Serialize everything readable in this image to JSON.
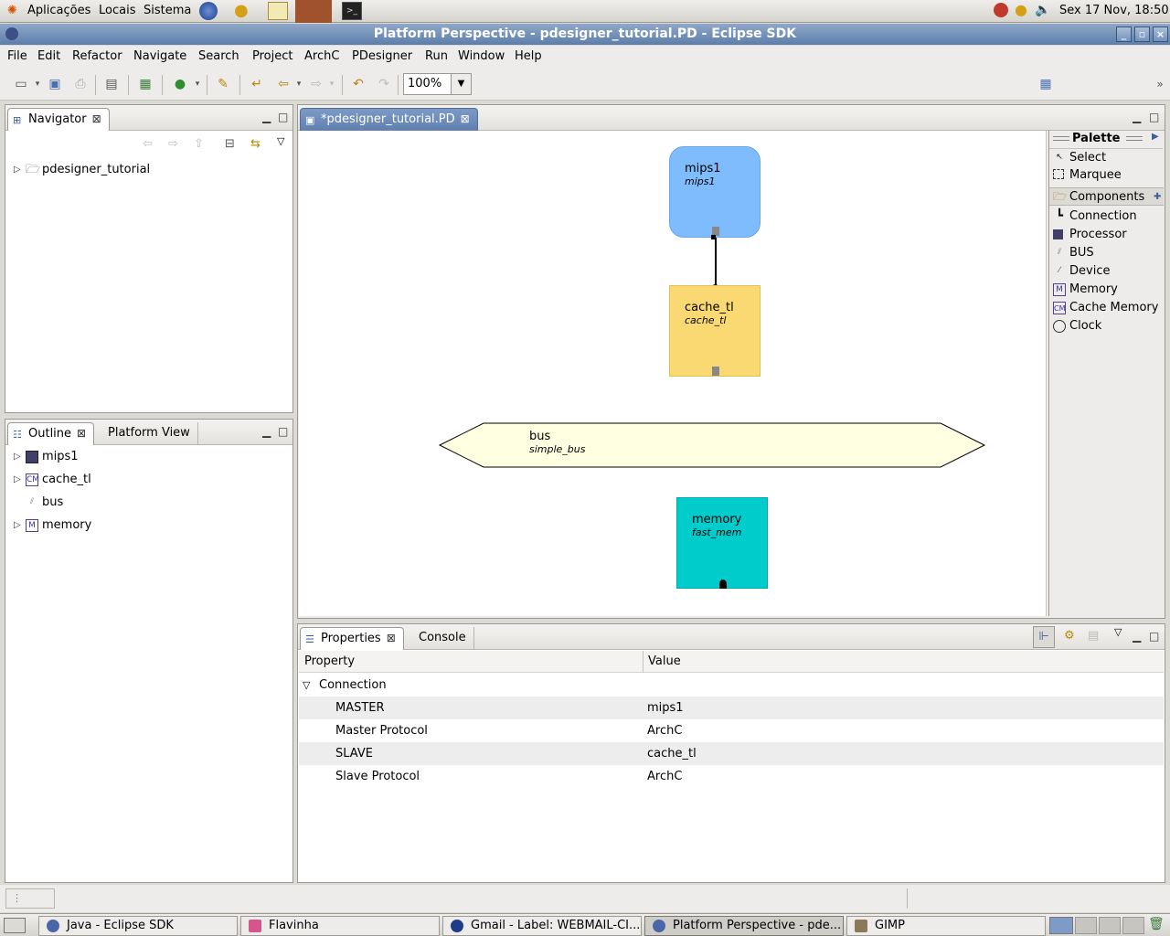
{
  "gnome_panel": {
    "menus": [
      "Aplicações",
      "Locais",
      "Sistema"
    ],
    "clock": "Sex 17 Nov, 18:50"
  },
  "window": {
    "title": "Platform Perspective - pdesigner_tutorial.PD - Eclipse SDK"
  },
  "menubar": [
    "File",
    "Edit",
    "Refactor",
    "Navigate",
    "Search",
    "Project",
    "ArchC",
    "PDesigner",
    "Run",
    "Window",
    "Help"
  ],
  "toolbar": {
    "zoom": "100%"
  },
  "navigator": {
    "tab": "Navigator",
    "items": [
      "pdesigner_tutorial"
    ]
  },
  "outline": {
    "tabs": [
      "Outline",
      "Platform View"
    ],
    "items": [
      {
        "label": "mips1",
        "icon": "processor-icon"
      },
      {
        "label": "cache_tl",
        "icon": "cache-memory-icon"
      },
      {
        "label": "bus",
        "icon": "bus-icon"
      },
      {
        "label": "memory",
        "icon": "memory-icon"
      }
    ]
  },
  "editor": {
    "tab": "*pdesigner_tutorial.PD",
    "nodes": {
      "mips1": {
        "name": "mips1",
        "type": "mips1",
        "color": "#7fbcfd"
      },
      "cache": {
        "name": "cache_tl",
        "type": "cache_tl",
        "color": "#fbd972"
      },
      "bus": {
        "name": "bus",
        "type": "simple_bus",
        "color": "#ffffe2"
      },
      "memory": {
        "name": "memory",
        "type": "fast_mem",
        "color": "#00cccc"
      }
    }
  },
  "palette": {
    "title": "Palette",
    "tools": [
      "Select",
      "Marquee"
    ],
    "drawer": "Components",
    "items": [
      "Connection",
      "Processor",
      "BUS",
      "Device",
      "Memory",
      "Cache Memory",
      "Clock"
    ]
  },
  "properties": {
    "tabs": [
      "Properties",
      "Console"
    ],
    "headers": [
      "Property",
      "Value"
    ],
    "group": "Connection",
    "rows": [
      {
        "property": "MASTER",
        "value": "mips1"
      },
      {
        "property": "Master Protocol",
        "value": "ArchC"
      },
      {
        "property": "SLAVE",
        "value": "cache_tl"
      },
      {
        "property": "Slave Protocol",
        "value": "ArchC"
      }
    ]
  },
  "taskbar": [
    "Java - Eclipse SDK",
    "Flavinha",
    "Gmail - Label: WEBMAIL-CI...",
    "Platform Perspective - pde...",
    "GIMP"
  ]
}
